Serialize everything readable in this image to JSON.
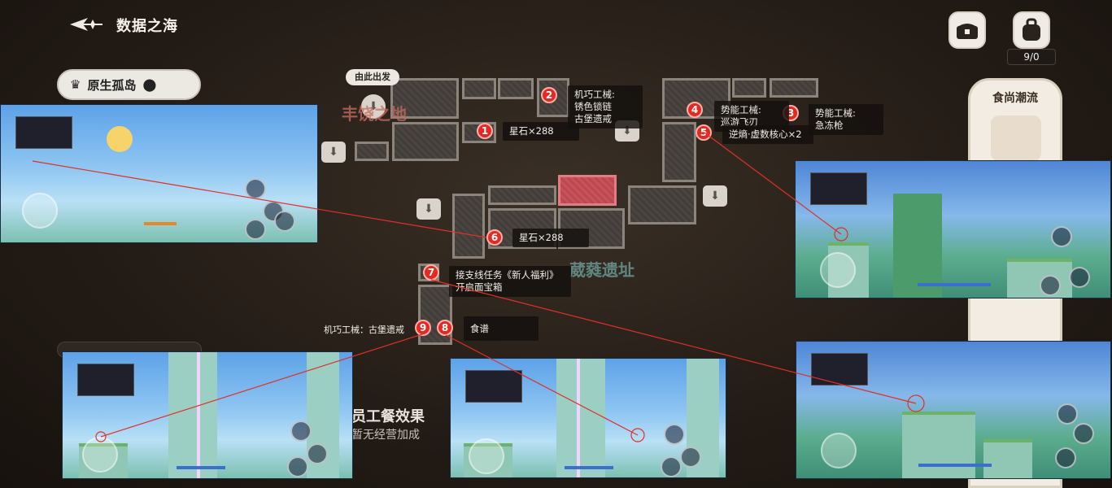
{
  "header": {
    "title": "数据之海",
    "region": "原生孤岛",
    "bag_count": "9/0"
  },
  "icons": {
    "back": "back-arrow-icon",
    "crown": "crown-icon",
    "pin": "location-pin-icon",
    "chest": "treasure-chest-icon",
    "bag": "backpack-icon"
  },
  "right_panel": {
    "title": "食尚潮流"
  },
  "map": {
    "start_label": "由此出发",
    "areas": {
      "top": "丰饶之地",
      "bottom": "葳蕤遗址"
    },
    "markers": [
      {
        "num": "1",
        "note": "星石×288"
      },
      {
        "num": "2",
        "note": "机巧工械:\n锈色锁链\n古堡遗戒"
      },
      {
        "num": "3",
        "note": "势能工械:\n急冻枪"
      },
      {
        "num": "4",
        "note": "势能工械:\n巡游飞刃"
      },
      {
        "num": "5",
        "note": "逆熵·虚数核心×2"
      },
      {
        "num": "6",
        "note": "星石×288"
      },
      {
        "num": "7",
        "note": "接支线任务《新人福利》\n开启面宝箱"
      },
      {
        "num": "8",
        "note": "食谱"
      },
      {
        "num": "9",
        "note": "机巧工械：古堡遗戒"
      }
    ]
  },
  "bottom": {
    "title": "员工餐效果",
    "subtitle": "暂无经营加成"
  },
  "colors": {
    "marker": "#e22a22",
    "line": "#e0302a",
    "room": "#4a4540",
    "highlight_room": "#c9525a"
  }
}
